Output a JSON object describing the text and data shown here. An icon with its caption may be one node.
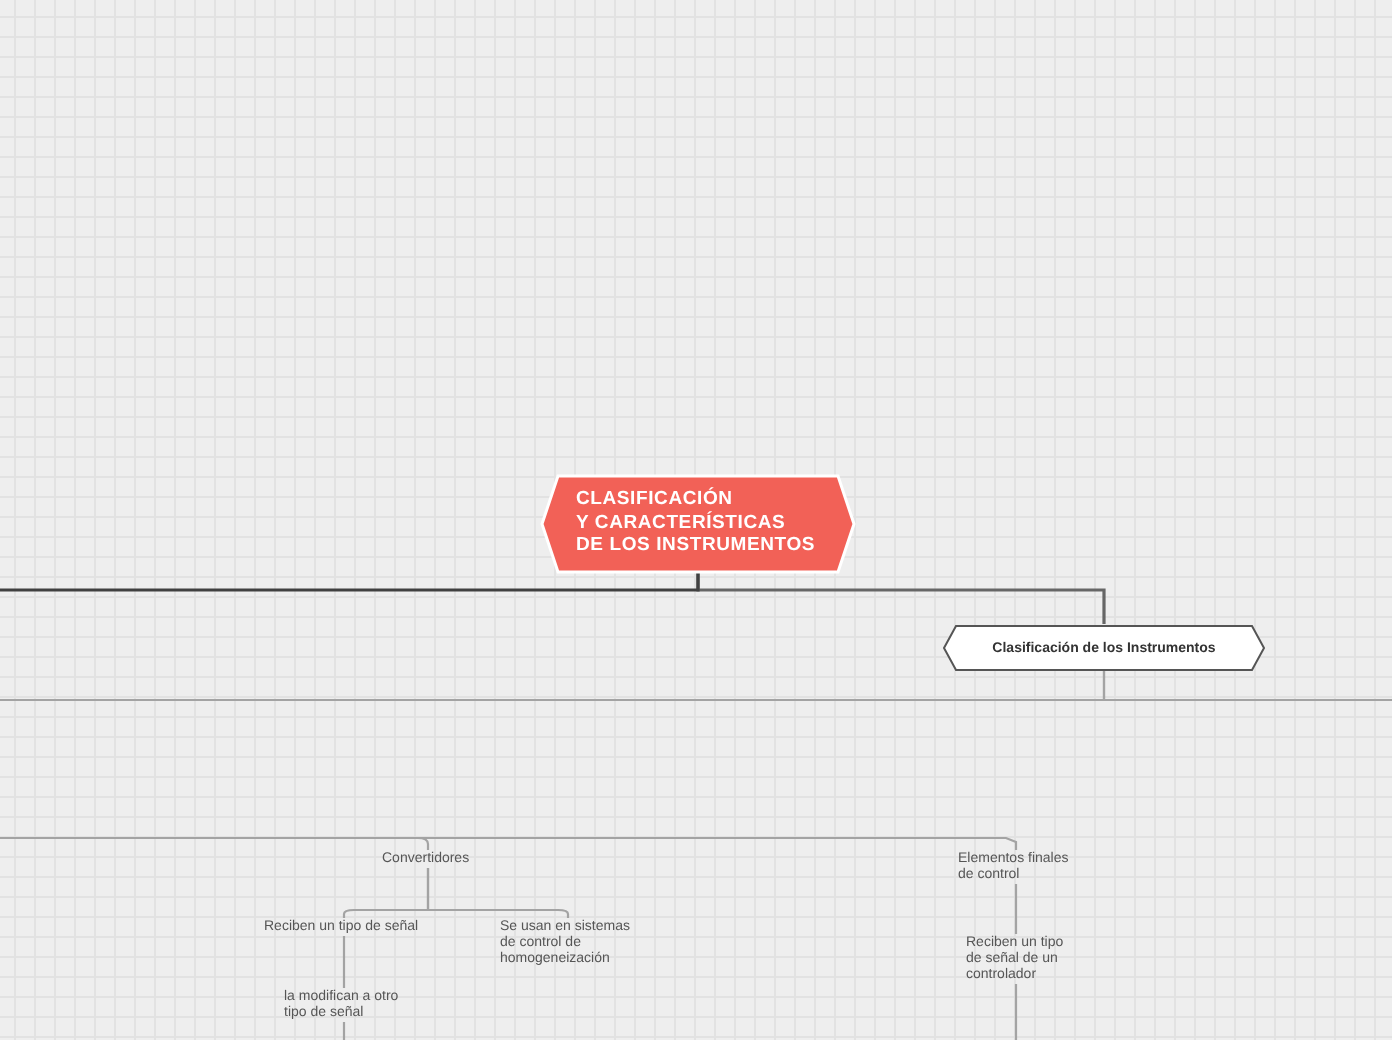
{
  "diagram": {
    "nodes": [
      {
        "text": [
          "CLASIFICACIÓN Y CARACTERÍSTICAS DE LOS INSTRUMENTOS"
        ]
      },
      {
        "text": [
          "Clasificación de los Instrumentos"
        ]
      },
      {
        "text": [
          "Convertidores"
        ]
      },
      {
        "text": [
          "Elementos finales de control"
        ]
      },
      {
        "text": [
          "Reciben un tipo de señal"
        ]
      },
      {
        "text": [
          "Se usan en sistemas de control de homogeneización"
        ]
      },
      {
        "text": [
          "la modifican a otro tipo de señal"
        ]
      },
      {
        "text": [
          "Reciben un tipo de señal de un controlador"
        ]
      }
    ],
    "edges": [
      {
        "from": 0,
        "to": 1,
        "arrow": "none",
        "color": "#666666"
      },
      {
        "from": 0,
        "to": null,
        "arrow": "none",
        "color": "#404040"
      },
      {
        "from": 1,
        "to": null,
        "arrow": "none"
      },
      {
        "from": 1,
        "to": null,
        "arrow": "none"
      },
      {
        "from": null,
        "to": 2,
        "arrow": "none"
      },
      {
        "from": null,
        "to": 3,
        "arrow": "none"
      },
      {
        "from": 2,
        "to": 4,
        "arrow": "none"
      },
      {
        "from": 2,
        "to": 5,
        "arrow": "none"
      },
      {
        "from": 4,
        "to": 6,
        "arrow": "none"
      },
      {
        "from": 6,
        "to": null,
        "arrow": "none"
      },
      {
        "from": 3,
        "to": 7,
        "arrow": "none"
      },
      {
        "from": 7,
        "to": null,
        "arrow": "none"
      }
    ]
  }
}
